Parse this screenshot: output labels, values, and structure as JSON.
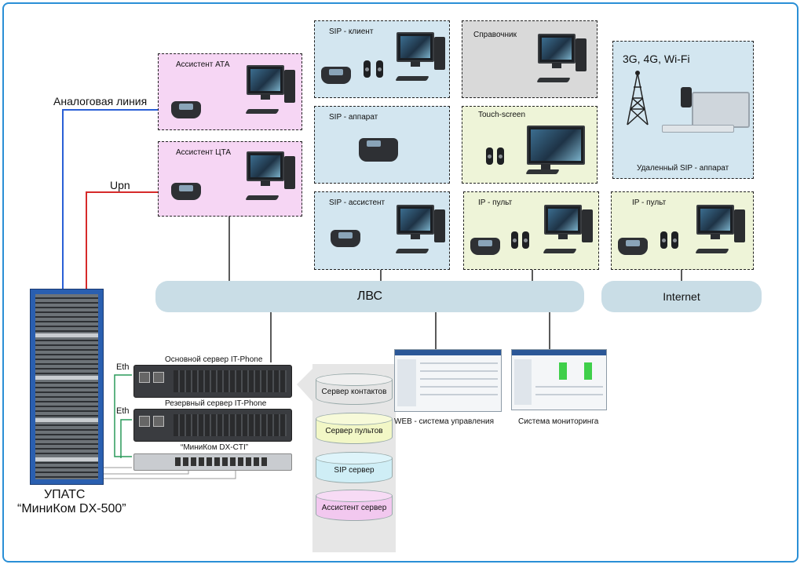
{
  "diagram": {
    "analog_line": "Аналоговая линия",
    "upn": "Upn",
    "lan": "ЛВС",
    "internet": "Internet",
    "eth": "Eth",
    "pbx_title": "УПАТС",
    "pbx_model": "“МиниКом DX-500”",
    "boxes": {
      "ata": "Ассистент АТА",
      "cta": "Ассистент ЦТА",
      "sip_client": "SIP - клиент",
      "directory": "Справочник",
      "mobile_header": "3G, 4G, Wi-Fi",
      "mobile_footer": "Удаленный SIP - аппарат",
      "sip_phone": "SIP - аппарат",
      "touch": "Touch-screen",
      "sip_assistant": "SIP - ассистент",
      "ip_console_1": "IP - пульт",
      "ip_console_2": "IP - пульт"
    },
    "servers": {
      "main": "Основной сервер IT-Phone",
      "reserve": "Резервный сервер IT-Phone",
      "cti": "“МиниКом DX-CTI”"
    },
    "databases": [
      "Сервер контактов",
      "Сервер пультов",
      "SIP сервер",
      "Ассистент сервер"
    ],
    "web_label": "WEB - система управления",
    "monitoring_label": "Система мониторинга"
  },
  "colors": {
    "frame": "#2a8fd6",
    "analog_line": "#2a5fd6",
    "upn_line": "#d62a2a",
    "pink_box": "#f6d6f4",
    "blue_box": "#d3e6f0",
    "gray_box": "#d9d9d9",
    "green_box": "#eef4d8",
    "db_contacts": "#e4e4e4",
    "db_consoles": "#f2f7c6",
    "db_sip": "#cfeef6",
    "db_assistant": "#f2c8ef"
  }
}
